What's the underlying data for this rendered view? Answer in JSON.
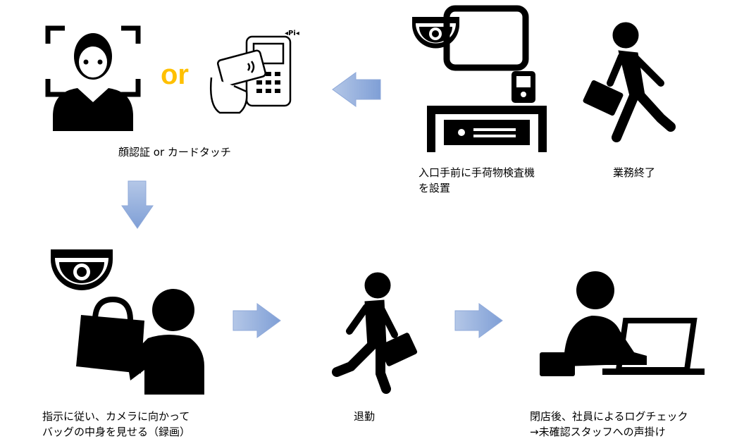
{
  "colors": {
    "or_text": "#FFC000",
    "arrow_fill": "#8FAADC",
    "arrow_stroke": "#6F8FC9",
    "icon": "#000000"
  },
  "steps": {
    "auth": {
      "caption": "顔認証 or カードタッチ",
      "or_label": "or",
      "reader_sound": "Pi"
    },
    "scanner": {
      "caption_line1": "入口手前に手荷物検査機",
      "caption_line2": "を設置"
    },
    "end_work": {
      "caption": "業務終了"
    },
    "show_bag": {
      "caption_line1": "指示に従い、カメラに向かって",
      "caption_line2": "バッグの中身を見せる（録画）"
    },
    "leave": {
      "caption": "退勤"
    },
    "log_check": {
      "caption_line1": "閉店後、社員によるログチェック",
      "caption_line2": "→未確認スタッフへの声掛け"
    }
  }
}
